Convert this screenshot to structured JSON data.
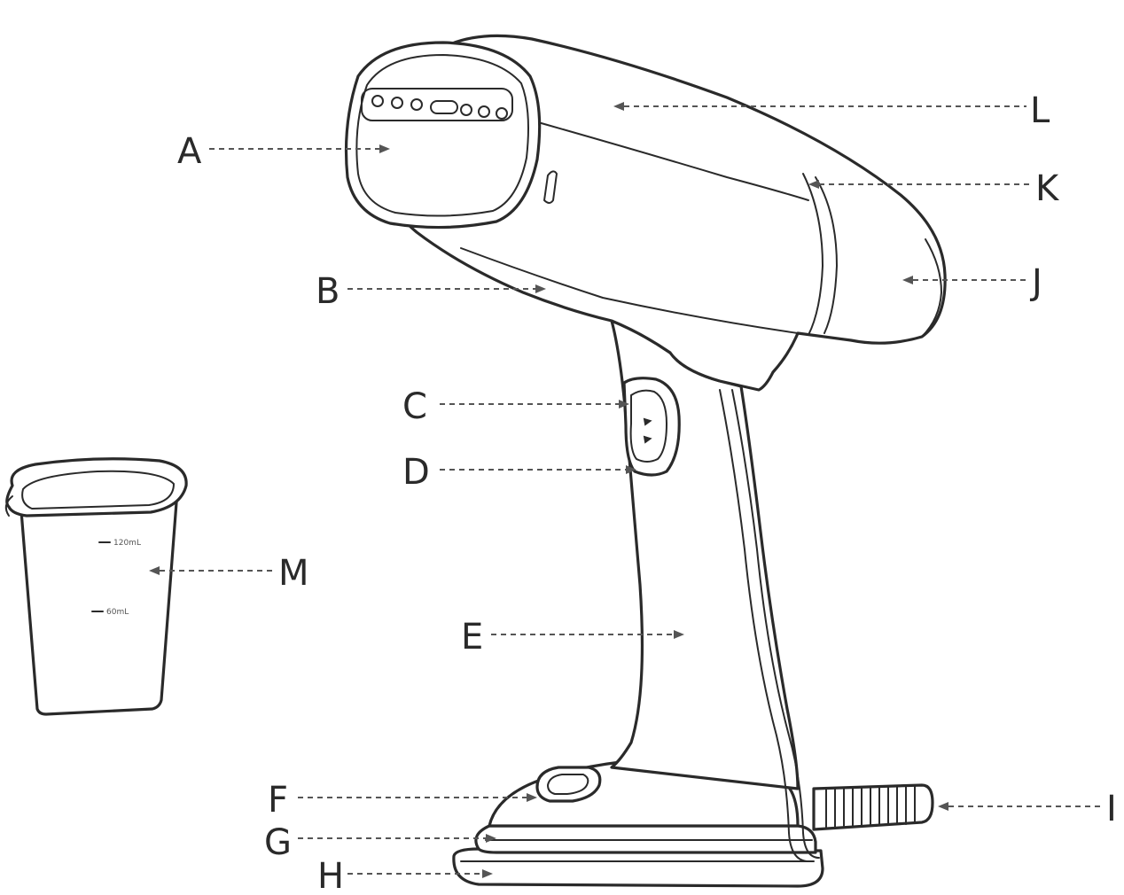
{
  "callouts": [
    {
      "id": "A",
      "label": "A"
    },
    {
      "id": "B",
      "label": "B"
    },
    {
      "id": "C",
      "label": "C"
    },
    {
      "id": "D",
      "label": "D"
    },
    {
      "id": "E",
      "label": "E"
    },
    {
      "id": "F",
      "label": "F"
    },
    {
      "id": "G",
      "label": "G"
    },
    {
      "id": "H",
      "label": "H"
    },
    {
      "id": "I",
      "label": "I"
    },
    {
      "id": "J",
      "label": "J"
    },
    {
      "id": "K",
      "label": "K"
    },
    {
      "id": "L",
      "label": "L"
    },
    {
      "id": "M",
      "label": "M"
    }
  ],
  "cup": {
    "mark_top": "120mL",
    "mark_mid": "60mL"
  },
  "colors": {
    "line": "#2a2a2a",
    "leader": "#555555",
    "background": "#ffffff"
  }
}
